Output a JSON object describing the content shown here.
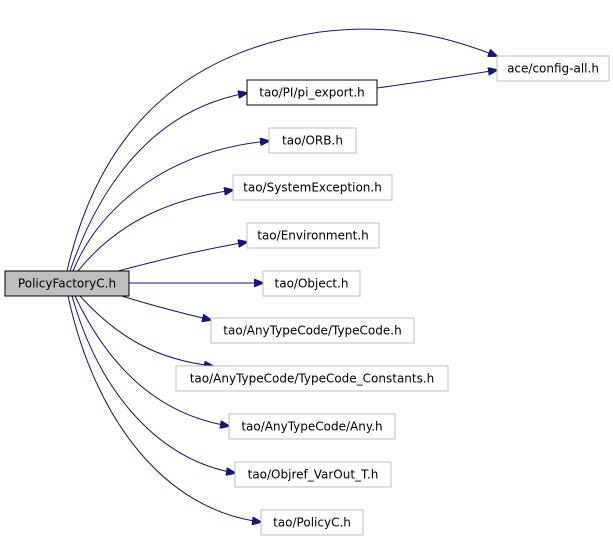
{
  "graph": {
    "edge_color": "#191970",
    "source_node": {
      "label": "PolicyFactoryC.h",
      "fill": "#bfbfbf",
      "stroke": "#000000"
    },
    "nodes": [
      {
        "label": "ace/config-all.h",
        "stroke": "#bfbfbf"
      },
      {
        "label": "tao/PI/pi_export.h",
        "stroke": "#000000"
      },
      {
        "label": "tao/ORB.h",
        "stroke": "#bfbfbf"
      },
      {
        "label": "tao/SystemException.h",
        "stroke": "#bfbfbf"
      },
      {
        "label": "tao/Environment.h",
        "stroke": "#bfbfbf"
      },
      {
        "label": "tao/Object.h",
        "stroke": "#bfbfbf"
      },
      {
        "label": "tao/AnyTypeCode/TypeCode.h",
        "stroke": "#bfbfbf"
      },
      {
        "label": "tao/AnyTypeCode/TypeCode_Constants.h",
        "stroke": "#bfbfbf"
      },
      {
        "label": "tao/AnyTypeCode/Any.h",
        "stroke": "#bfbfbf"
      },
      {
        "label": "tao/Objref_VarOut_T.h",
        "stroke": "#bfbfbf"
      },
      {
        "label": "tao/PolicyC.h",
        "stroke": "#bfbfbf"
      }
    ],
    "edges": [
      {
        "from": "PolicyFactoryC.h",
        "to": "ace/config-all.h"
      },
      {
        "from": "PolicyFactoryC.h",
        "to": "tao/PI/pi_export.h"
      },
      {
        "from": "tao/PI/pi_export.h",
        "to": "ace/config-all.h"
      },
      {
        "from": "PolicyFactoryC.h",
        "to": "tao/ORB.h"
      },
      {
        "from": "PolicyFactoryC.h",
        "to": "tao/SystemException.h"
      },
      {
        "from": "PolicyFactoryC.h",
        "to": "tao/Environment.h"
      },
      {
        "from": "PolicyFactoryC.h",
        "to": "tao/Object.h"
      },
      {
        "from": "PolicyFactoryC.h",
        "to": "tao/AnyTypeCode/TypeCode.h"
      },
      {
        "from": "PolicyFactoryC.h",
        "to": "tao/AnyTypeCode/TypeCode_Constants.h"
      },
      {
        "from": "PolicyFactoryC.h",
        "to": "tao/AnyTypeCode/Any.h"
      },
      {
        "from": "PolicyFactoryC.h",
        "to": "tao/Objref_VarOut_T.h"
      },
      {
        "from": "PolicyFactoryC.h",
        "to": "tao/PolicyC.h"
      }
    ]
  }
}
